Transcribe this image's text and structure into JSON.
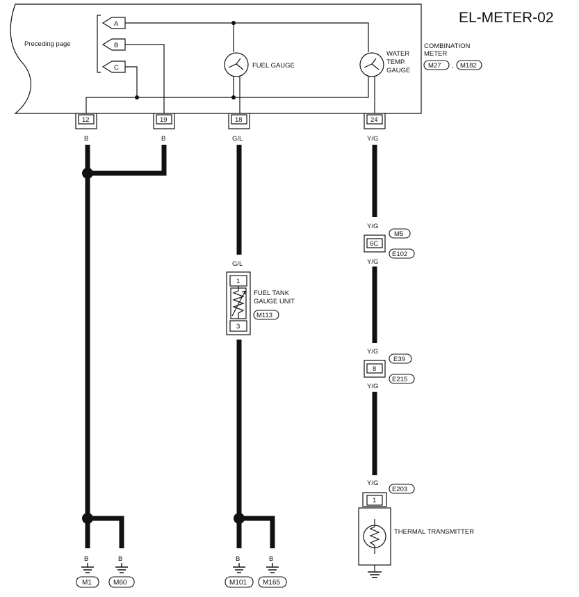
{
  "title": "EL-METER-02",
  "preceding_page_label": "Preceding page",
  "connectors_from_preceding": [
    "A",
    "B",
    "C"
  ],
  "gauges": {
    "fuel": "FUEL GAUGE",
    "water_line1": "WATER",
    "water_line2": "TEMP.",
    "water_line3": "GAUGE"
  },
  "combination_meter": {
    "line1": "COMBINATION",
    "line2": "METER",
    "conn1": "M27",
    "sep": ",",
    "conn2": "M182"
  },
  "meter_pins": [
    "12",
    "19",
    "18",
    "24"
  ],
  "wire_colors": {
    "pin12": "B",
    "pin19": "B",
    "pin18": "G/L",
    "pin24": "Y/G",
    "m5_top": "Y/G",
    "e102_bottom": "Y/G",
    "unit_top": "G/L",
    "unit_bottom": "B",
    "e39_top": "Y/G",
    "e215_bottom": "Y/G",
    "e203_top": "Y/G",
    "ground_m1": "B",
    "ground_m60": "B",
    "ground_m101": "B",
    "ground_m165": "B"
  },
  "joint_connectors": {
    "m5": {
      "pin": "6C",
      "upper": "M5",
      "lower": "E102"
    },
    "e39": {
      "pin": "8",
      "upper": "E39",
      "lower": "E215"
    }
  },
  "fuel_tank_unit": {
    "line1": "FUEL TANK",
    "line2": "GAUGE UNIT",
    "connector": "M113",
    "pin_top": "1",
    "pin_bottom": "3"
  },
  "thermal_transmitter": {
    "label": "THERMAL TRANSMITTER",
    "connector": "E203",
    "pin": "1"
  },
  "grounds": [
    "M1",
    "M60",
    "M101",
    "M165"
  ]
}
